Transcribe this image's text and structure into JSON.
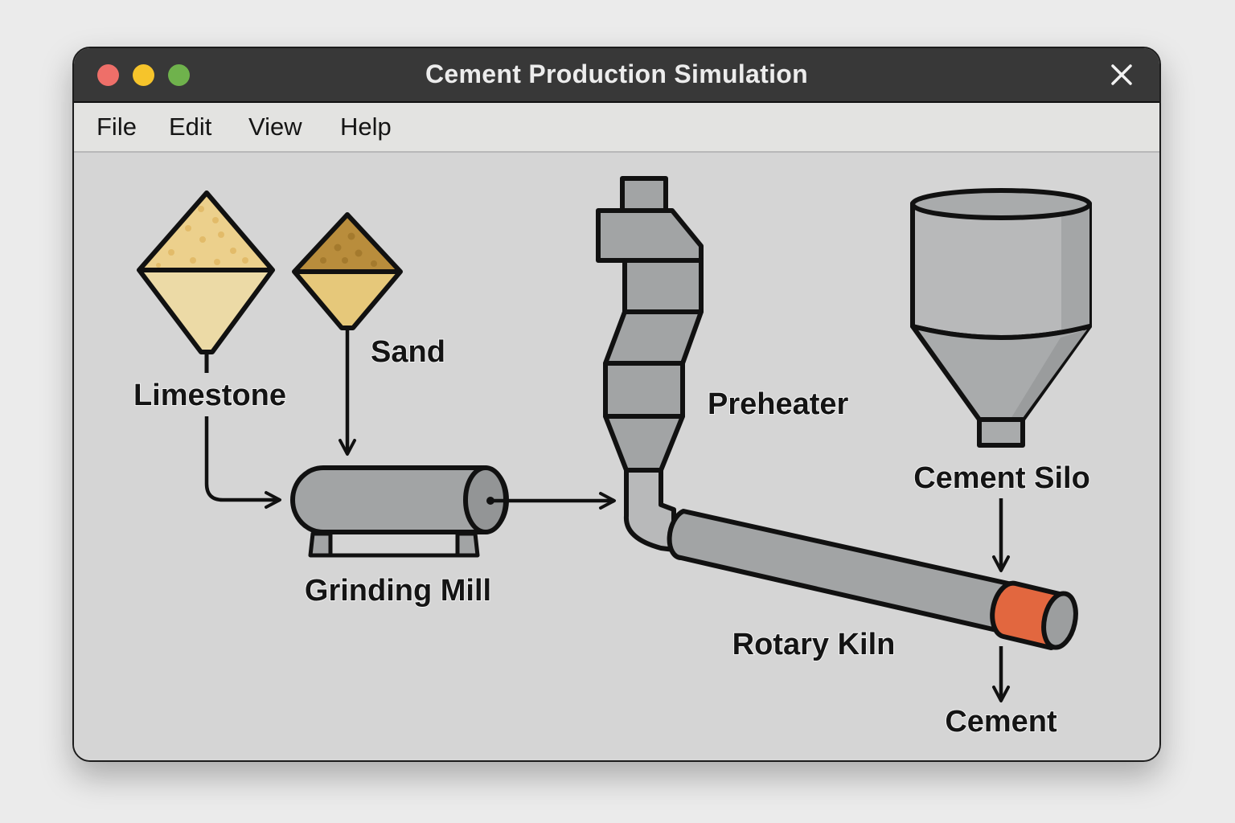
{
  "window": {
    "title": "Cement Production Simulation",
    "controls": [
      "close",
      "minimize",
      "maximize"
    ],
    "close_icon": "close-icon"
  },
  "menu": {
    "items": [
      {
        "label": "File"
      },
      {
        "label": "Edit"
      },
      {
        "label": "View"
      },
      {
        "label": "Help"
      }
    ]
  },
  "diagram": {
    "nodes": {
      "limestone": "Limestone",
      "sand": "Sand",
      "grinding_mill": "Grinding Mill",
      "preheater": "Preheater",
      "cement_silo": "Cement Silo",
      "rotary_kiln": "Rotary Kiln",
      "cement": "Cement"
    },
    "flows": [
      {
        "from": "Limestone",
        "to": "Grinding Mill"
      },
      {
        "from": "Sand",
        "to": "Grinding Mill"
      },
      {
        "from": "Grinding Mill",
        "to": "Preheater"
      },
      {
        "from": "Preheater",
        "to": "Rotary Kiln"
      },
      {
        "from": "Cement Silo",
        "to": "Rotary Kiln"
      },
      {
        "from": "Rotary Kiln",
        "to": "Cement"
      }
    ],
    "colors": {
      "limestone_top": "#ecd08c",
      "limestone_bottom": "#ecdaa6",
      "sand_top": "#b98d3c",
      "sand_bottom": "#e6c87a",
      "equipment_gray": "#a2a4a5",
      "kiln_hot_zone": "#e2673f",
      "outline": "#111111"
    }
  }
}
